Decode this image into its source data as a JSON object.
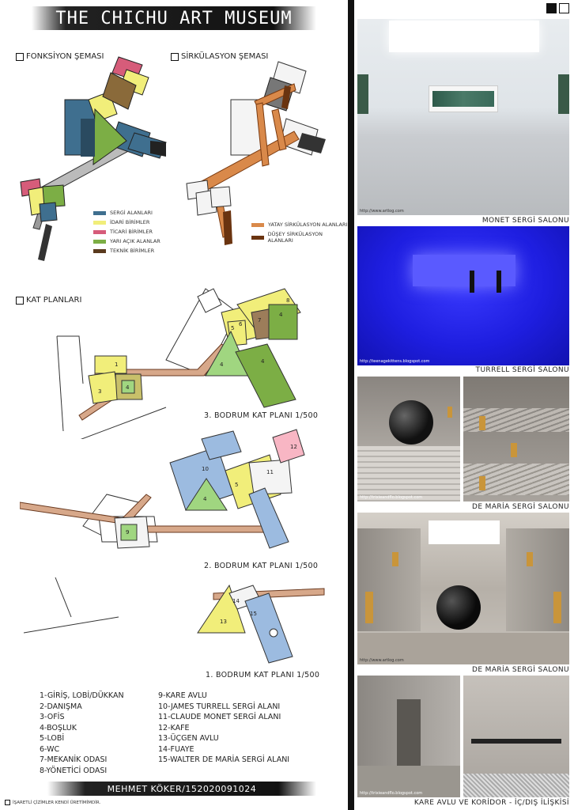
{
  "title": "THE CHICHU ART MUSEUM",
  "sections": {
    "function": "FONKSİYON ŞEMASI",
    "circulation": "SİRKÜLASYON ŞEMASI",
    "floorplans": "KAT PLANLARI"
  },
  "legend_function": [
    {
      "label": "SERGİ ALANLARI",
      "color": "#3f6f8f"
    },
    {
      "label": "İDARİ BİRİMLER",
      "color": "#f1ee7a"
    },
    {
      "label": "TİCARİ BİRİMLER",
      "color": "#d65c7a"
    },
    {
      "label": "YARI AÇIK ALANLAR",
      "color": "#7cae45"
    },
    {
      "label": "TEKNİK BİRİMLER",
      "color": "#5a3a1e"
    }
  ],
  "legend_circulation": [
    {
      "label": "YATAY SİRKÜLASYON ALANLARI",
      "color": "#d9894a"
    },
    {
      "label": "DÜŞEY SİRKÜLASYON ALANLARI",
      "color": "#6a3410"
    }
  ],
  "plans": {
    "b3": "3. BODRUM KAT PLANI 1/500",
    "b2": "2. BODRUM KAT PLANI 1/500",
    "b1": "1. BODRUM KAT PLANI 1/500"
  },
  "room_numbers": {
    "r1": "1",
    "r3": "3",
    "r4": "4",
    "r5": "5",
    "r6": "6",
    "r7": "7",
    "r8": "8",
    "r9": "9",
    "r10": "10",
    "r11": "11",
    "r12": "12",
    "r13": "13",
    "r14": "14",
    "r15": "15"
  },
  "rooms_left": [
    "1-GİRİŞ, LOBİ/DÜKKAN",
    "2-DANIŞMA",
    "3-OFİS",
    "4-BOŞLUK",
    "5-LOBİ",
    "6-WC",
    "7-MEKANİK ODASI",
    "8-YÖNETİCİ ODASI"
  ],
  "rooms_right": [
    "9-KARE AVLU",
    "10-JAMES TURRELL SERGİ ALANI",
    "11-CLAUDE MONET SERGİ ALANI",
    "12-KAFE",
    "13-ÜÇGEN AVLU",
    "14-FUAYE",
    "15-WALTER DE MARİA SERGİ ALANI"
  ],
  "author": "MEHMET KÖKER/152020091024",
  "footnote": "İŞARETLİ ÇİZİMLER KENDİ ÜRETİMİMDİR.",
  "photos": [
    {
      "caption": "MONET SERGİ SALONU",
      "credit": "http://www.artlog.com"
    },
    {
      "caption": "TURRELL SERGİ SALONU",
      "credit": "http://teenagekittens.blogspot.com"
    },
    {
      "caption": "DE MARİA SERGİ SALONU",
      "credit": "http://trixieandflo.blogspot.com"
    },
    {
      "caption": "DE MARİA SERGİ SALONU",
      "credit": "http://www.artlog.com"
    },
    {
      "caption": "KARE AVLU VE KORİDOR - İÇ/DIŞ İLİŞKİSİ",
      "credit": "http://trixieandflo.blogspot.com"
    }
  ]
}
